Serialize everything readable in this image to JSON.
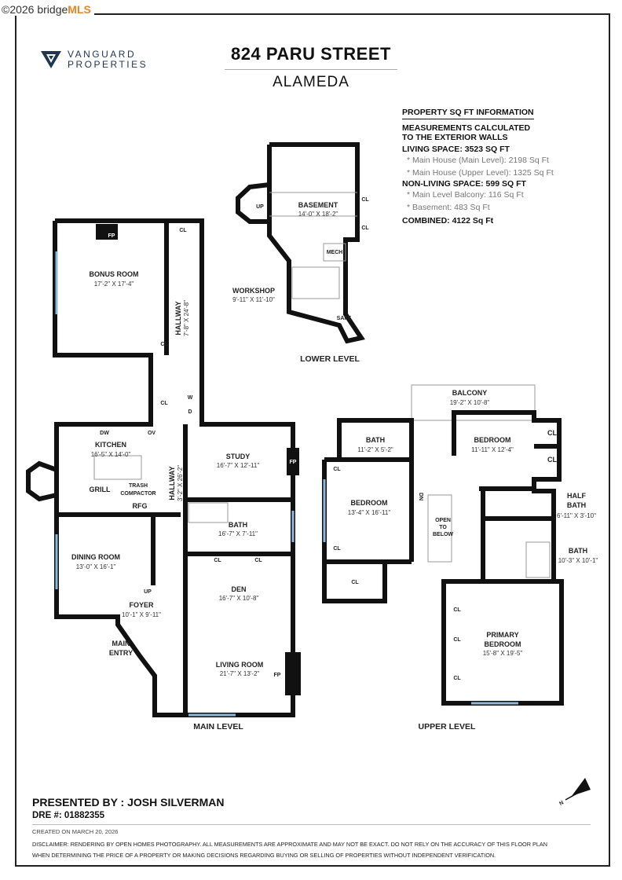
{
  "watermark": {
    "copyright": "©2026 bridge",
    "brand": "MLS"
  },
  "logo": {
    "line1": "VANGUARD",
    "line2": "PROPERTIES",
    "color": "#1f3550"
  },
  "header": {
    "address": "824 PARU STREET",
    "city": "ALAMEDA"
  },
  "sqft_info": {
    "heading": "PROPERTY SQ FT INFORMATION",
    "note_line1": "MEASUREMENTS CALCULATED",
    "note_line2": "TO THE EXTERIOR WALLS",
    "living": "LIVING SPACE: 3523 SQ FT",
    "living_items": [
      "Main House (Main Level):  2198 Sq Ft",
      "Main House (Upper Level):  1325 Sq Ft"
    ],
    "non_living": "NON-LIVING SPACE: 599 SQ FT",
    "non_living_items": [
      "Main Level Balcony:  116 Sq Ft",
      "Basement:  483 Sq Ft"
    ],
    "combined": "COMBINED:   4122  Sq Ft"
  },
  "lower_level": {
    "label": "LOWER LEVEL",
    "rooms": [
      {
        "name": "BASEMENT",
        "dims": "14'-0\" X 18'-2\""
      },
      {
        "name": "WORKSHOP",
        "dims": "9'-11\" X 11'-10\""
      }
    ],
    "tags": [
      "CL",
      "CL",
      "MECH",
      "SAFE",
      "UP"
    ]
  },
  "main_level": {
    "label": "MAIN LEVEL",
    "rooms": [
      {
        "name": "BONUS ROOM",
        "dims": "17'-2\" X 17'-4\""
      },
      {
        "name": "HALLWAY",
        "dims": "7'-8\" X 24'-8\""
      },
      {
        "name": "KITCHEN",
        "dims": "16'-5\" X 14'-0\""
      },
      {
        "name": "HALLWAY",
        "dims": "3'-2\" X 26'-2\""
      },
      {
        "name": "STUDY",
        "dims": "16'-7\" X 12'-11\""
      },
      {
        "name": "BATH",
        "dims": "16'-7\" X 7'-11\""
      },
      {
        "name": "DINING ROOM",
        "dims": "13'-0\" X 16'-1\""
      },
      {
        "name": "FOYER",
        "dims": "10'-1\" X 9'-11\""
      },
      {
        "name": "DEN",
        "dims": "16'-7\" X 10'-8\""
      },
      {
        "name": "LIVING ROOM",
        "dims": "21'-7\" X 13'-2\""
      }
    ],
    "tags": {
      "fp": "FP",
      "cl": "CL",
      "w": "W",
      "d": "D",
      "dw": "DW",
      "ov": "OV",
      "grill": "GRILL",
      "trash1": "TRASH",
      "trash2": "COMPACTOR",
      "rfg": "RFG",
      "up": "UP",
      "entry1": "MAIN",
      "entry2": "ENTRY"
    }
  },
  "upper_level": {
    "label": "UPPER LEVEL",
    "rooms": [
      {
        "name": "BALCONY",
        "dims": "19'-2\" X 10'-8\""
      },
      {
        "name": "BATH",
        "dims": "11'-2\" X 5'-2\""
      },
      {
        "name": "BEDROOM",
        "dims": "11'-11\" X 12'-4\""
      },
      {
        "name": "BEDROOM",
        "dims": "13'-4\" X 16'-11\""
      },
      {
        "name": "HALF",
        "name2": "BATH",
        "dims": "6'-11\" X 3'-10\""
      },
      {
        "name": "BATH",
        "dims": "10'-3\" X 10'-1\""
      },
      {
        "name": "PRIMARY",
        "name2": "BEDROOM",
        "dims": "15'-8\" X 19'-5\""
      }
    ],
    "tags": {
      "cl": "CL",
      "dn": "DN",
      "open1": "OPEN",
      "open2": "TO",
      "open3": "BELOW"
    }
  },
  "footer": {
    "presented_by": "PRESENTED BY : JOSH SILVERMAN",
    "dre": "DRE #: 01882355",
    "created": "CREATED ON MARCH 20, 2026",
    "disclaimer1": "DISCLAIMER: RENDERING BY OPEN HOMES PHOTOGRAPHY. ALL MEASUREMENTS ARE APPROXIMATE AND MAY NOT BE EXACT. DO NOT RELY ON THE ACCURACY OF THIS FLOOR PLAN",
    "disclaimer2": "WHEN DETERMINING THE PRICE OF A PROPERTY OR MAKING DECISIONS REGARDING BUYING OR SELLING OF PROPERTIES WITHOUT INDEPENDENT VERIFICATION.",
    "north": "N"
  }
}
